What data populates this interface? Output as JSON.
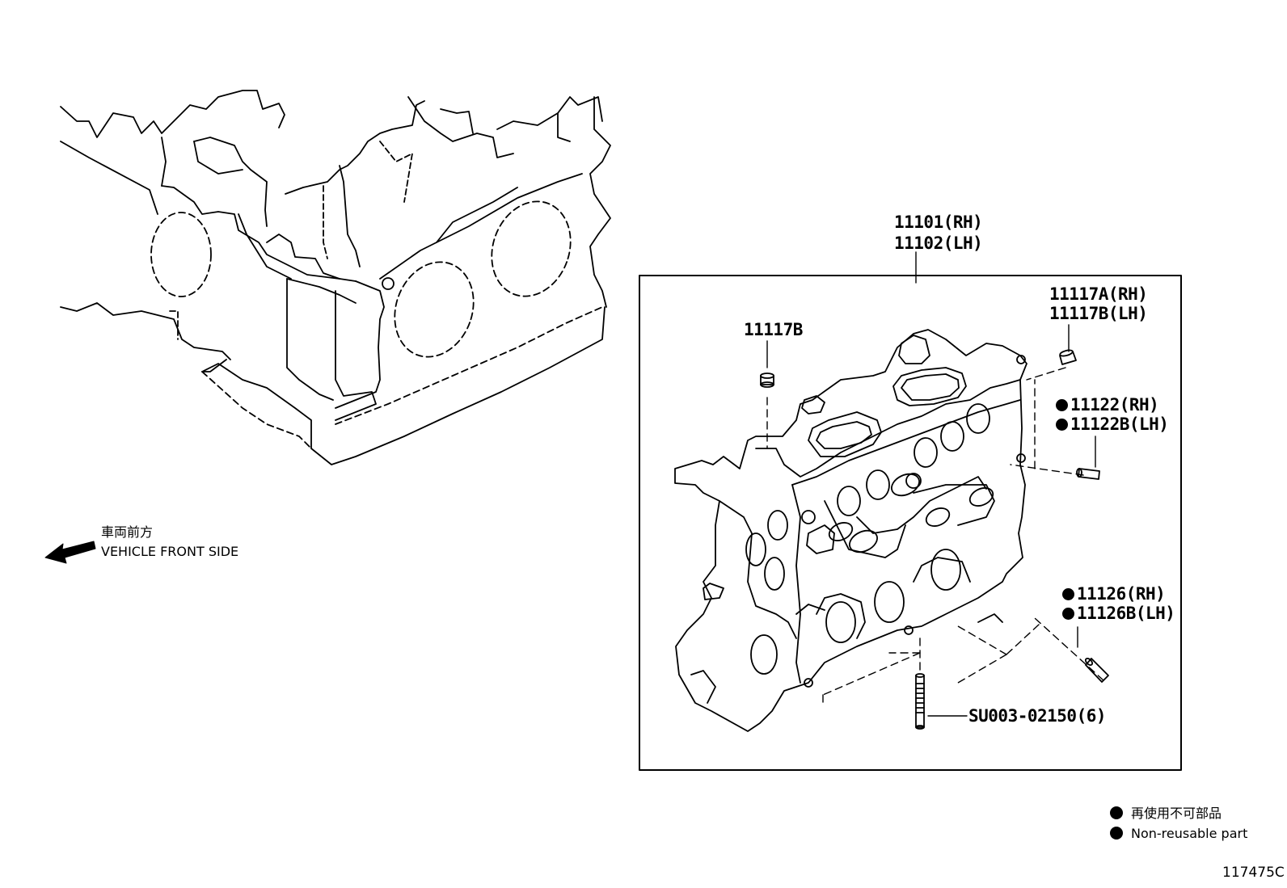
{
  "labels": {
    "head_rh": "11101(RH)",
    "head_lh": "11102(LH)",
    "plug_rh": "11117A(RH)",
    "plug_lh": "11117B(LH)",
    "plug_left": "11117B",
    "pin_rh": "11122(RH)",
    "pin_lh": "11122B(LH)",
    "pin2_rh": "11126(RH)",
    "pin2_lh": "11126B(LH)",
    "stud": "SU003-02150(6)"
  },
  "direction": {
    "jp": "車両前方",
    "en": "VEHICLE FRONT SIDE"
  },
  "legend": {
    "jp": "再使用不可部品",
    "en": "Non-reusable part"
  },
  "figure_id": "117475C",
  "colors": {
    "line": "#000000",
    "background": "#ffffff"
  }
}
